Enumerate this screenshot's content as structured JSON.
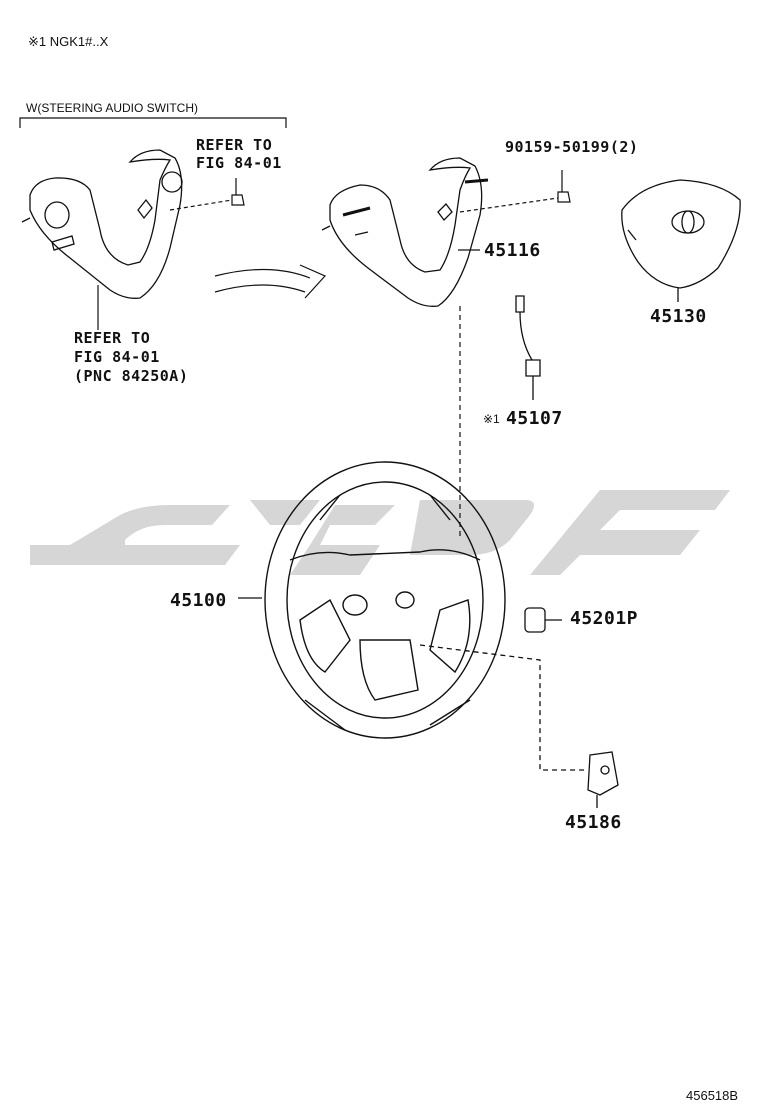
{
  "header_note": "※1 NGK1#..X",
  "group_label": "W(STEERING AUDIO SWITCH)",
  "refer_1": {
    "line1": "REFER TO",
    "line2": "FIG 84-01"
  },
  "refer_2": {
    "line1": "REFER TO",
    "line2": "FIG 84-01",
    "line3": "(PNC 84250A)"
  },
  "screw_part": "90159-50199(2)",
  "parts": {
    "p45116": "45116",
    "p45130": "45130",
    "p45107_mark": "※1",
    "p45107": "45107",
    "p45100": "45100",
    "p45201P": "45201P",
    "p45186": "45186"
  },
  "footer_code": "456518B",
  "colors": {
    "ink": "#111111",
    "watermark": "#d4d4d4",
    "paper": "#ffffff"
  }
}
